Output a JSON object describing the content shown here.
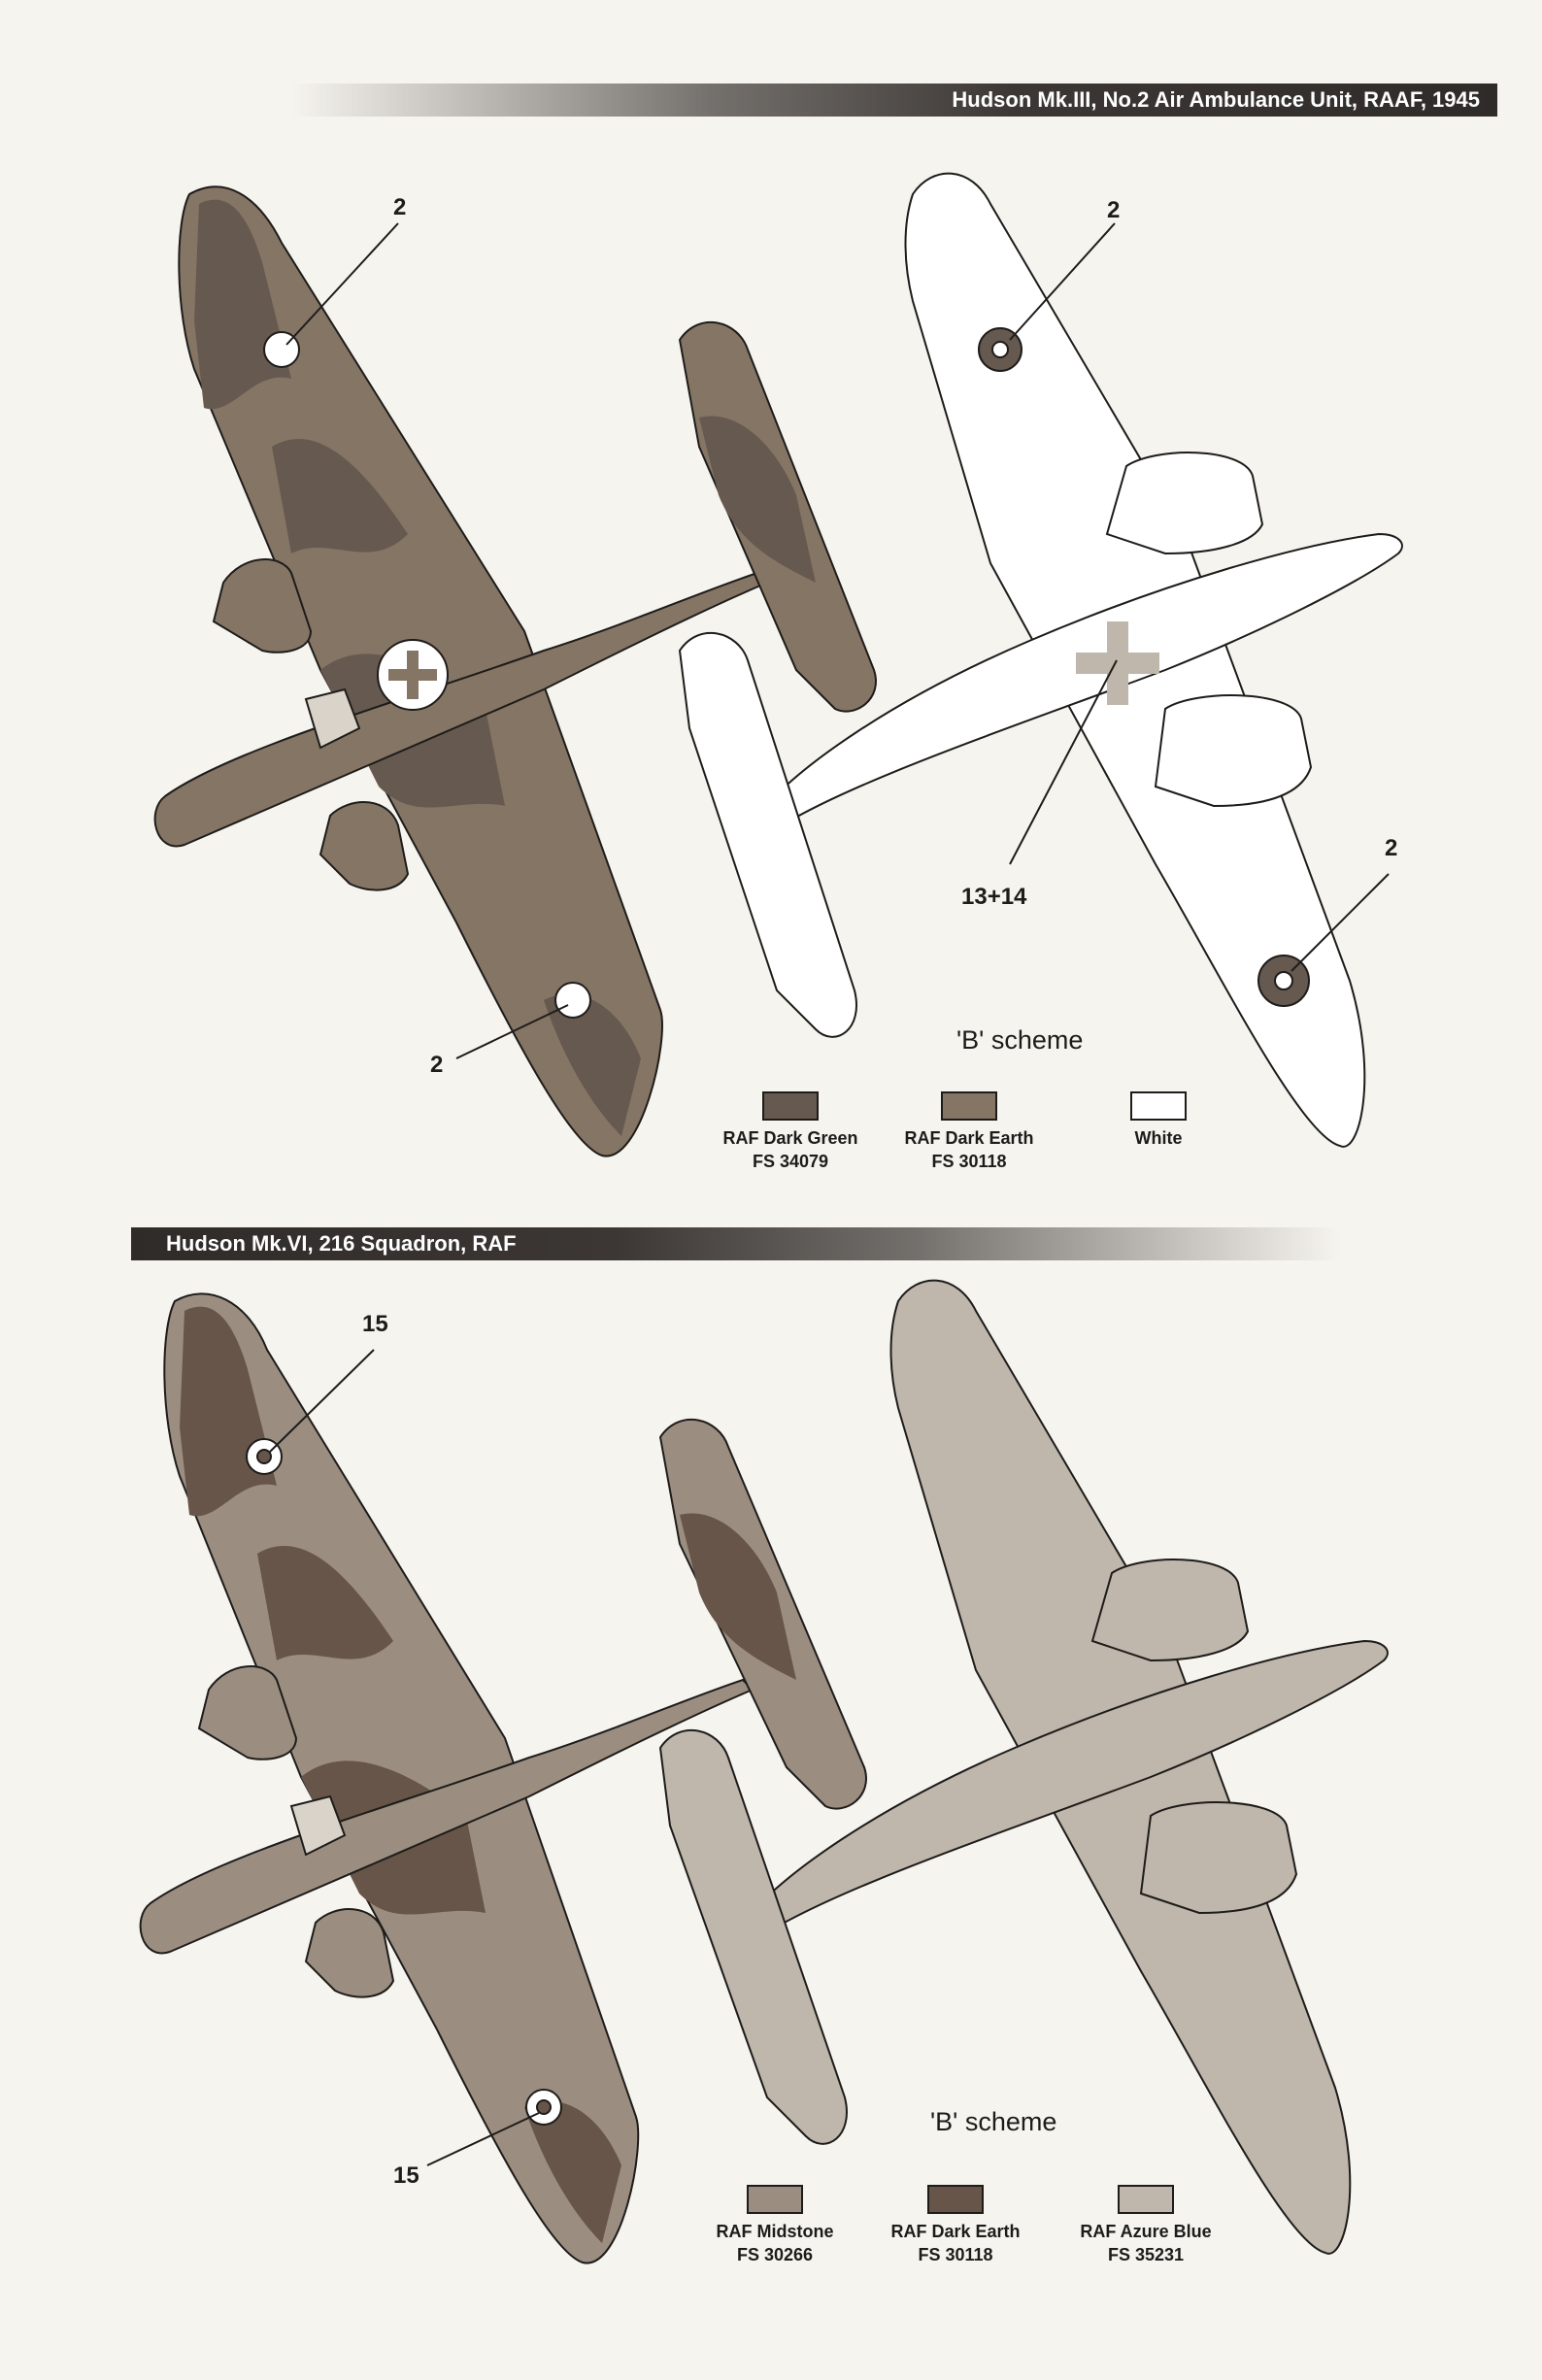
{
  "colors": {
    "dark_green": "#66594f",
    "dark_earth": "#857565",
    "white": "#ffffff",
    "midstone": "#9b8e81",
    "azure_blue": "#bfb6ac",
    "outline": "#1e1c1a"
  },
  "scheme1": {
    "title": "Hudson Mk.III, No.2 Air Ambulance Unit, RAAF, 1945",
    "callouts": [
      "2",
      "2",
      "2",
      "13+14",
      "2"
    ],
    "scheme_label": "'B' scheme",
    "legend": [
      {
        "name": "RAF Dark Green",
        "code": "FS 34079",
        "swatch": "#66594f"
      },
      {
        "name": "RAF Dark Earth",
        "code": "FS 30118",
        "swatch": "#857565"
      },
      {
        "name": "White",
        "code": "",
        "swatch": "#ffffff"
      }
    ]
  },
  "scheme2": {
    "title": "Hudson Mk.VI, 216 Squadron, RAF",
    "callouts": [
      "15",
      "15"
    ],
    "scheme_label": "'B' scheme",
    "legend": [
      {
        "name": "RAF Midstone",
        "code": "FS 30266",
        "swatch": "#9b8e81"
      },
      {
        "name": "RAF Dark Earth",
        "code": "FS 30118",
        "swatch": "#665548"
      },
      {
        "name": "RAF Azure Blue",
        "code": "FS 35231",
        "swatch": "#bfb6ac"
      }
    ]
  }
}
